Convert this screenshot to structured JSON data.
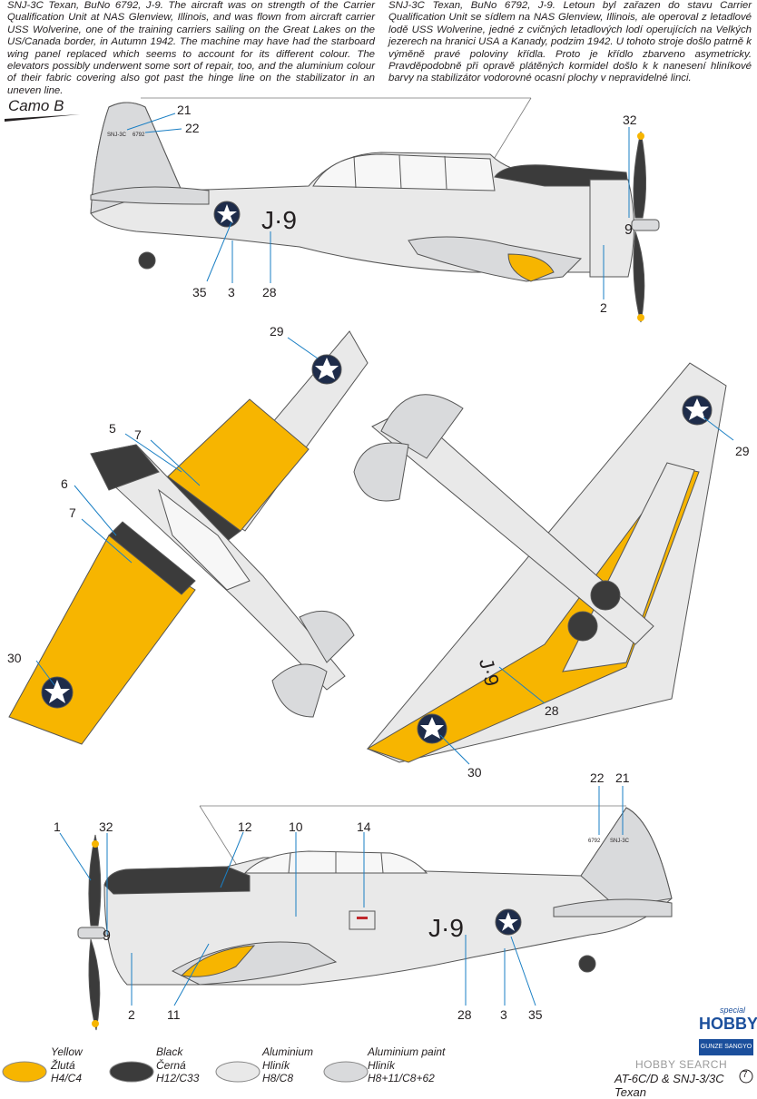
{
  "intro": {
    "en": "SNJ-3C Texan, BuNo 6792, J-9. The aircraft was on strength of the Carrier Qualification Unit at NAS Glenview, Illinois, and was flown from aircraft carrier USS Wolverine, one of the training carriers sailing on the Great Lakes on the US/Canada border, in Autumn 1942. The machine may have had the starboard wing panel replaced which seems to account for its different colour. The elevators possibly underwent some sort of repair, too, and the aluminium colour of their fabric covering also got past the hinge line on the stabilizator in an uneven line.",
    "cz": "SNJ-3C Texan, BuNo 6792, J-9. Letoun byl zařazen do stavu Carrier Qualification Unit se sídlem na NAS Glenview, Illinois, ale operoval z letadlové lodě USS Wolverine, jedné z cvičných letadlových lodí operujících na Velkých jezerech na hranici USA a Kanady, podzim 1942. U tohoto stroje došlo patrně k výměně pravé poloviny křídla. Proto je křídlo zbarveno asymetricky. Pravděpodobně při opravě plátěných kormidel došlo k k nanesení hliníkové barvy na stabilizátor vodorovné ocasní plochy v nepravidelné linci."
  },
  "camo_label": "Camo B",
  "fuselage_code": "J·9",
  "tail_serial": "6792",
  "tail_type": "SNJ-3C",
  "nose_number": "9",
  "callouts": {
    "c1": "1",
    "c2": "2",
    "c3": "3",
    "c5": "5",
    "c6": "6",
    "c7": "7",
    "c10": "10",
    "c11": "11",
    "c12": "12",
    "c14": "14",
    "c21": "21",
    "c22": "22",
    "c28": "28",
    "c29": "29",
    "c30": "30",
    "c32": "32",
    "c35": "35"
  },
  "legend": [
    {
      "name_en": "Yellow",
      "name_cz": "Žlutá",
      "code": "H4/C4",
      "color": "#f7b500"
    },
    {
      "name_en": "Black",
      "name_cz": "Černá",
      "code": "H12/C33",
      "color": "#3b3b3b"
    },
    {
      "name_en": "Aluminium",
      "name_cz": "Hliník",
      "code": "H8/C8",
      "color": "#e9e9e9"
    },
    {
      "name_en": "Aluminium paint",
      "name_cz": "Hliník",
      "code": "H8+11/C8+62",
      "color": "#d9dadc"
    }
  ],
  "footer_title": "AT-6C/D & SNJ-3/3C Texan",
  "page_number": "7",
  "brand_special": "special",
  "brand_hobby": "HOBBY",
  "brand_gunze": "GUNZE SANGYO",
  "watermark": "HOBBY SEARCH"
}
